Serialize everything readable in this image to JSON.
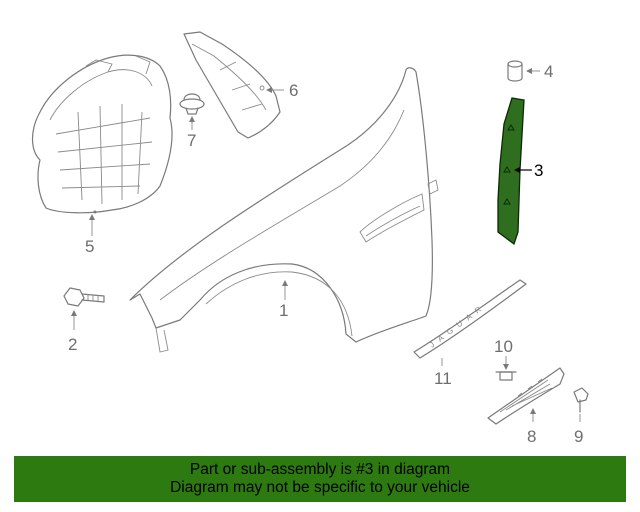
{
  "callouts": {
    "c1": "1",
    "c2": "2",
    "c3": "3",
    "c4": "4",
    "c5": "5",
    "c6": "6",
    "c7": "7",
    "c8": "8",
    "c9": "9",
    "c10": "10",
    "c11": "11"
  },
  "highlighted_part": "3",
  "emblem_text": "JAGUAR",
  "banner": {
    "line1": "Part or sub-assembly is #3 in diagram",
    "line2": "Diagram may not be specific to your vehicle"
  },
  "colors": {
    "highlight": "#2e6e1e",
    "banner": "#2c7a10",
    "linework": "#7a7a7a"
  }
}
